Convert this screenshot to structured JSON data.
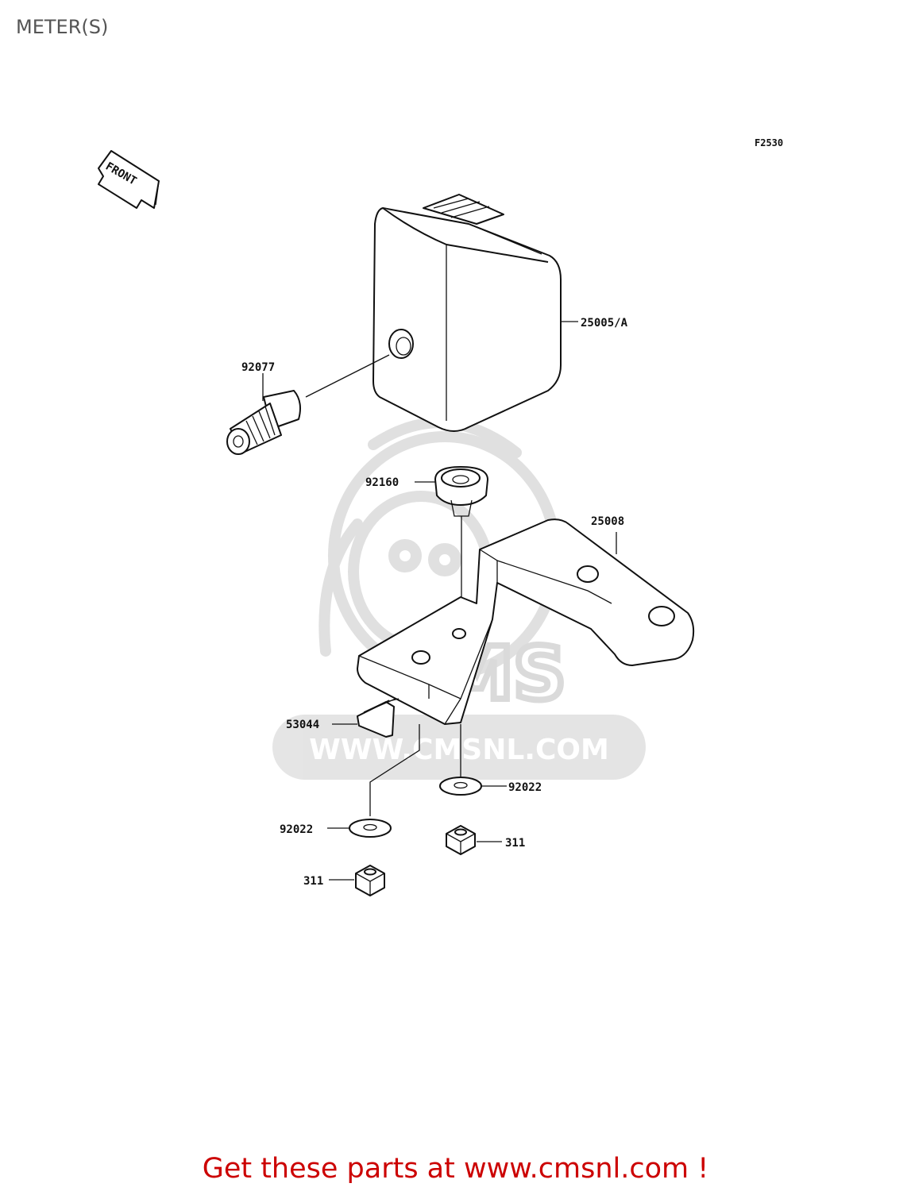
{
  "page": {
    "title": "METER(S)"
  },
  "diagram": {
    "figure_code": "F2530",
    "front_arrow_text": "FRONT",
    "watermark": {
      "logo_text": "CMS",
      "url_text": "WWW.CMSNL.COM"
    },
    "callouts": {
      "meter_assy": "25005/A",
      "gear": "92077",
      "grommet": "92160",
      "bracket": "25008",
      "clip": "53044",
      "washer_right": "92022",
      "washer_left": "92022",
      "nut_right": "311",
      "nut_left": "311"
    }
  },
  "footer": {
    "cta_text": "Get these parts at www.cmsnl.com !",
    "cta_color": "#cc0000"
  }
}
